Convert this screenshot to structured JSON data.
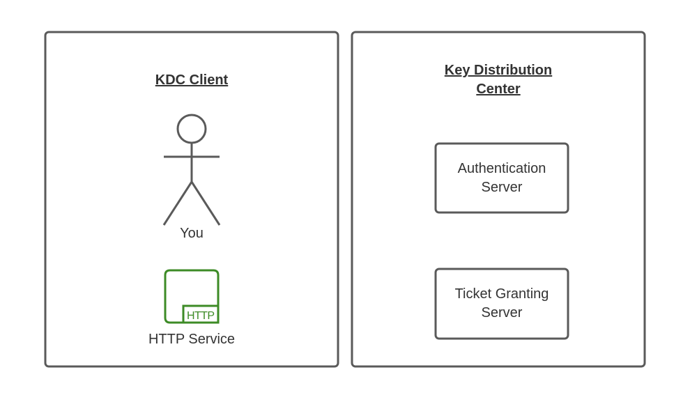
{
  "colors": {
    "stroke": "#5a5a5a",
    "text": "#333333",
    "http_icon": "#3d8b26"
  },
  "client": {
    "title": "KDC Client",
    "user_label": "You",
    "http_badge": "HTTP",
    "http_label": "HTTP Service"
  },
  "kdc": {
    "title_line1": "Key Distribution",
    "title_line2": "Center",
    "auth_server": {
      "line1": "Authentication",
      "line2": "Server"
    },
    "tgs": {
      "line1": "Ticket Granting",
      "line2": "Server"
    }
  }
}
